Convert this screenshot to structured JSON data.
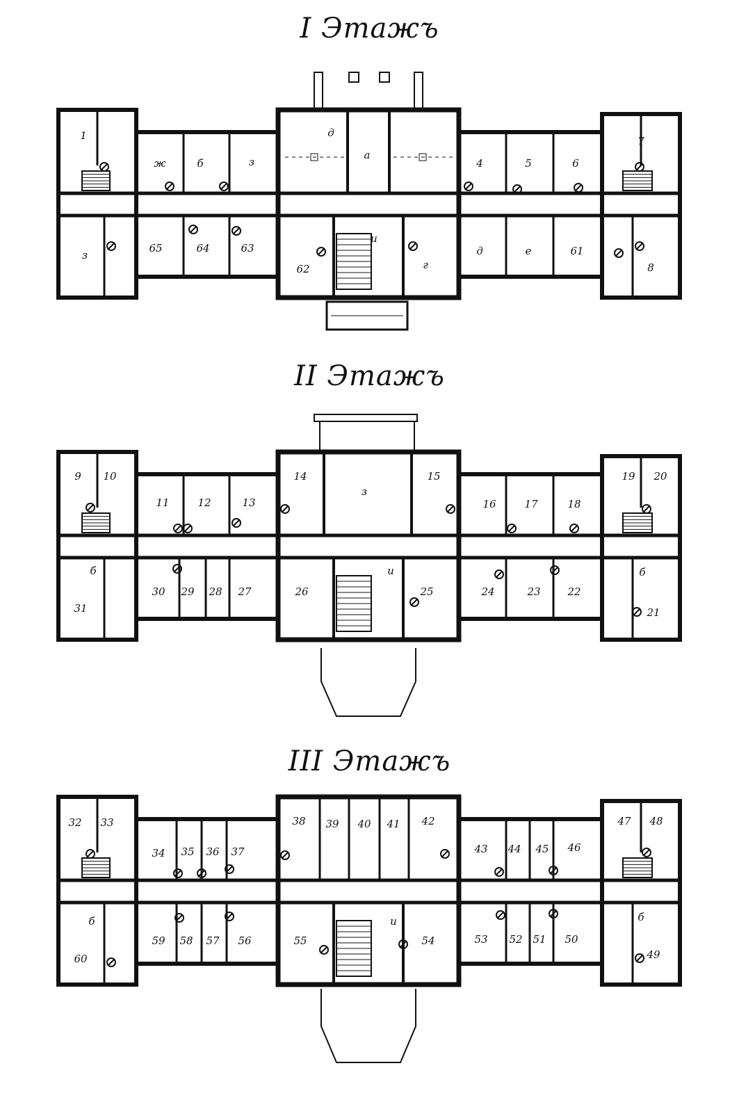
{
  "floors": [
    {
      "title": "I Этажъ",
      "labels": [
        "1",
        "ж",
        "б",
        "з",
        "д",
        "а",
        "4",
        "5",
        "6",
        "7",
        "з",
        "65",
        "64",
        "63",
        "62",
        "и",
        "г",
        "д",
        "е",
        "61",
        "8"
      ]
    },
    {
      "title": "II Этажъ",
      "labels": [
        "9",
        "10",
        "11",
        "12",
        "13",
        "14",
        "з",
        "15",
        "16",
        "17",
        "18",
        "19",
        "20",
        "б",
        "31",
        "30",
        "29",
        "28",
        "27",
        "26",
        "и",
        "25",
        "24",
        "23",
        "22",
        "б",
        "21"
      ]
    },
    {
      "title": "III Этажъ",
      "labels": [
        "32",
        "33",
        "34",
        "35",
        "36",
        "37",
        "38",
        "39",
        "40",
        "41",
        "42",
        "43",
        "44",
        "45",
        "46",
        "47",
        "48",
        "б",
        "60",
        "59",
        "58",
        "57",
        "56",
        "55",
        "и",
        "54",
        "53",
        "52",
        "51",
        "50",
        "б",
        "49"
      ]
    }
  ]
}
